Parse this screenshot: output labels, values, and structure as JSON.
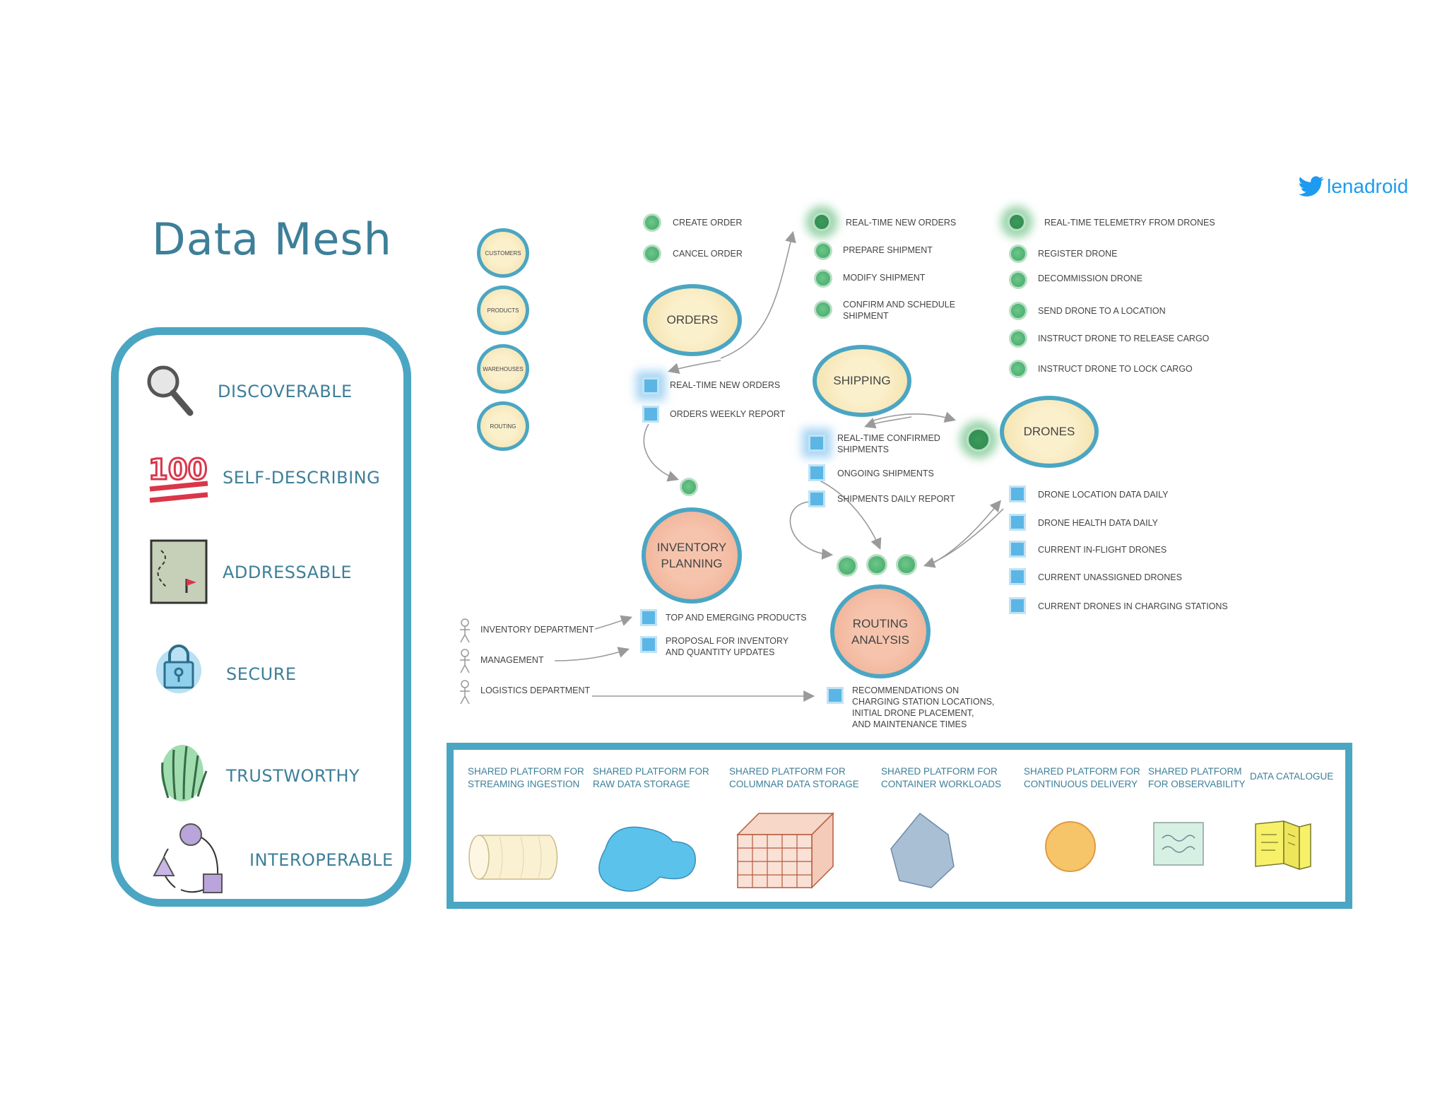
{
  "title": "Data Mesh",
  "twitter_handle": "lenadroid",
  "principles": [
    {
      "label": "DISCOVERABLE",
      "icon": "magnifier-icon"
    },
    {
      "label": "SELF-DESCRIBING",
      "icon": "hundred-icon",
      "icon_text": "100"
    },
    {
      "label": "ADDRESSABLE",
      "icon": "map-icon"
    },
    {
      "label": "SECURE",
      "icon": "lock-icon"
    },
    {
      "label": "TRUSTWORTHY",
      "icon": "hand-icon"
    },
    {
      "label": "INTEROPERABLE",
      "icon": "shapes-icon"
    }
  ],
  "source_nodes": [
    "CUSTOMERS",
    "PRODUCTS",
    "WAREHOUSES",
    "ROUTING"
  ],
  "domains": {
    "orders": "ORDERS",
    "shipping": "SHIPPING",
    "drones": "DRONES",
    "inventory": [
      "INVENTORY",
      "PLANNING"
    ],
    "routing": [
      "ROUTING",
      "ANALYSIS"
    ]
  },
  "orders_inputs": [
    "CREATE ORDER",
    "CANCEL ORDER"
  ],
  "orders_outputs": [
    "REAL-TIME NEW ORDERS",
    "ORDERS WEEKLY REPORT"
  ],
  "shipping_inputs": [
    "REAL-TIME NEW ORDERS",
    "PREPARE SHIPMENT",
    "MODIFY SHIPMENT",
    [
      "CONFIRM AND SCHEDULE",
      "SHIPMENT"
    ]
  ],
  "shipping_outputs": [
    [
      "REAL-TIME CONFIRMED",
      "SHIPMENTS"
    ],
    "ONGOING SHIPMENTS",
    "SHIPMENTS DAILY REPORT"
  ],
  "drones_inputs": [
    "REAL-TIME TELEMETRY FROM DRONES",
    "REGISTER DRONE",
    "DECOMMISSION DRONE",
    "SEND DRONE TO A LOCATION",
    "INSTRUCT DRONE TO RELEASE CARGO",
    "INSTRUCT DRONE TO LOCK CARGO"
  ],
  "drones_outputs": [
    "DRONE LOCATION DATA DAILY",
    "DRONE HEALTH DATA DAILY",
    "CURRENT IN-FLIGHT DRONES",
    "CURRENT UNASSIGNED DRONES",
    "CURRENT DRONES IN CHARGING STATIONS"
  ],
  "inventory_outputs": [
    "TOP AND EMERGING PRODUCTS",
    [
      "PROPOSAL FOR INVENTORY",
      "AND QUANTITY UPDATES"
    ]
  ],
  "routing_outputs": [
    [
      "RECOMMENDATIONS ON",
      "CHARGING STATION LOCATIONS,",
      "INITIAL DRONE PLACEMENT,",
      "AND MAINTENANCE TIMES"
    ]
  ],
  "consumers": [
    "INVENTORY DEPARTMENT",
    "MANAGEMENT",
    "LOGISTICS DEPARTMENT"
  ],
  "platform": [
    [
      "SHARED PLATFORM FOR",
      "STREAMING INGESTION"
    ],
    [
      "SHARED PLATFORM FOR",
      "RAW DATA STORAGE"
    ],
    [
      "SHARED PLATFORM FOR",
      "COLUMNAR DATA STORAGE"
    ],
    [
      "SHARED PLATFORM FOR",
      "CONTAINER WORKLOADS"
    ],
    [
      "SHARED PLATFORM FOR",
      "CONTINUOUS DELIVERY"
    ],
    [
      "SHARED PLATFORM",
      "FOR OBSERVABILITY"
    ],
    [
      "DATA CATALOGUE"
    ]
  ],
  "colors": {
    "accent": "#4ba6c3",
    "text": "#3d7f99",
    "event": "#4fb874",
    "dataset": "#5bb6e6",
    "twitter": "#1d9bf0"
  }
}
